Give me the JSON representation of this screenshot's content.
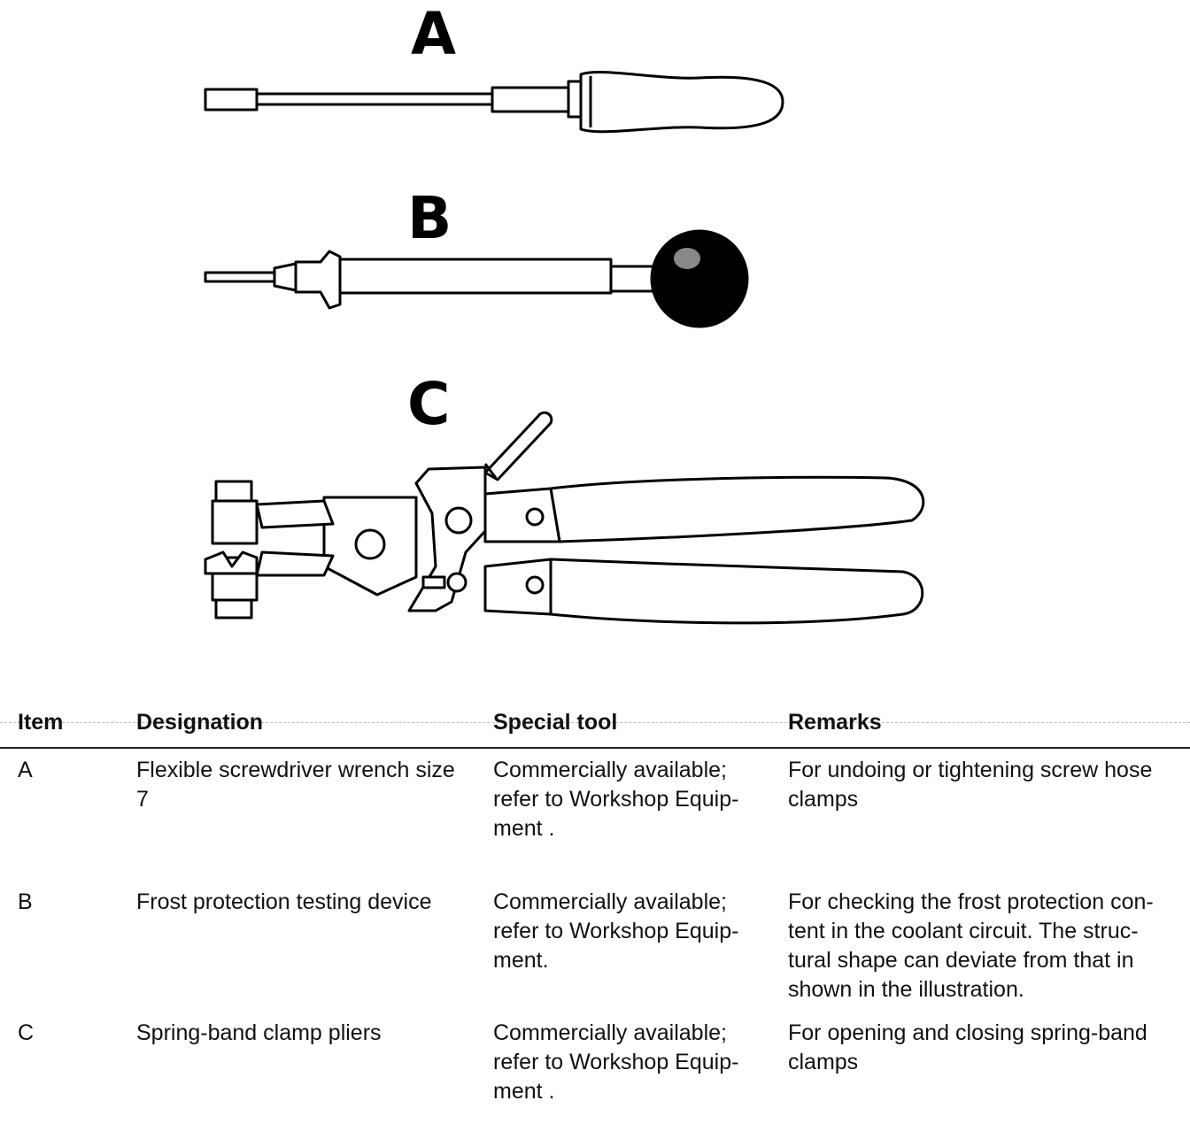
{
  "labels": {
    "a": "A",
    "b": "B",
    "c": "C"
  },
  "table": {
    "headers": {
      "item": "Item",
      "designation": "Designation",
      "special_tool": "Special tool",
      "remarks": "Remarks"
    },
    "rows": [
      {
        "item": "A",
        "designation": "Flexible screwdriver wrench size 7",
        "special_tool": "Commercially available; refer to Workshop Equip- ment .",
        "remarks": "For undoing or tightening screw hose clamps"
      },
      {
        "item": "B",
        "designation": "Frost protection testing device",
        "special_tool": "Commercially available; refer to Workshop Equip- ment.",
        "remarks": "For checking the frost protection con- tent in the coolant circuit. The struc- tural shape can deviate from that in shown in the illustration."
      },
      {
        "item": "C",
        "designation": "Spring-band clamp pliers",
        "special_tool": "Commercially available; refer to Workshop Equip- ment .",
        "remarks": "For opening and closing spring-band clamps"
      }
    ]
  }
}
